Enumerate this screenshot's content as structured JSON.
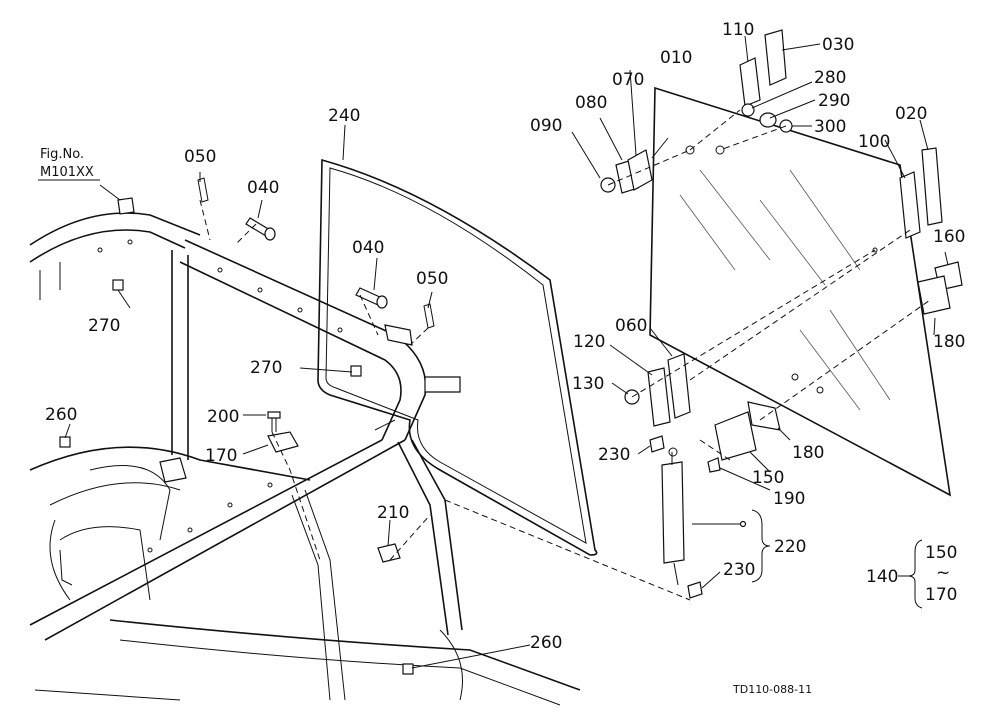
{
  "fig": {
    "line1": "Fig.No.",
    "line2": "M101XX"
  },
  "drawing_code": "TD110-088-11",
  "labels": {
    "p010": "010",
    "p020": "020",
    "p030": "030",
    "p040a": "040",
    "p040b": "040",
    "p050a": "050",
    "p050b": "050",
    "p060": "060",
    "p070": "070",
    "p080": "080",
    "p090": "090",
    "p100": "100",
    "p110": "110",
    "p120": "120",
    "p130": "130",
    "p150": "150",
    "p160": "160",
    "p170": "170",
    "p180a": "180",
    "p180b": "180",
    "p190": "190",
    "p200": "200",
    "p210": "210",
    "p220": "220",
    "p230a": "230",
    "p230b": "230",
    "p240": "240",
    "p260a": "260",
    "p260b": "260",
    "p270a": "270",
    "p270b": "270",
    "p280": "280",
    "p290": "290",
    "p300": "300"
  },
  "set_group": {
    "label": "140",
    "range_from": "150",
    "tilde": "~",
    "range_to": "170"
  }
}
